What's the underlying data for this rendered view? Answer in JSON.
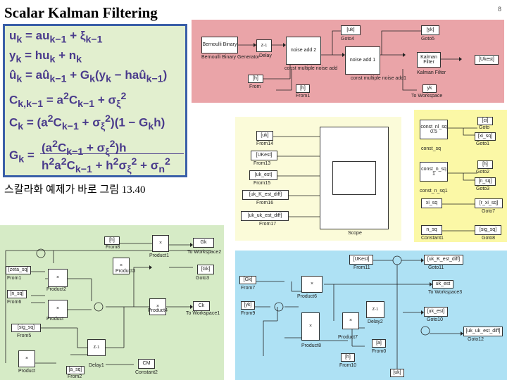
{
  "slide": {
    "title": "Scalar Kalman Filtering",
    "page_number": "8",
    "caption": "스칼라화 예제가 바로 그림 13.40",
    "equation_text": [
      "u_k = a u_{k-1} + ξ_{k-1}",
      "y_k = h u_k + n_k",
      "û_k = a û_{k-1} + G_k (y_k − h a û_{k-1})",
      "C_{k,k-1} = a^2 C_{k-1} + σ_ξ^2",
      "C_k = (a^2 C_{k-1} + σ_ξ^2)(1 − G_k h)",
      "G_k = (a^2 C_{k-1} + σ_ξ^2) h / (h^2 a^2 C_{k-1} + h^2 σ_ξ^2 + σ_n^2)"
    ]
  },
  "pink_model": {
    "bernoulli_block": "Bernoulli Binary",
    "bernoulli_caption": "Bernoulli Binary Generator",
    "delay_caption": "Delay",
    "sum2_block": "noise add 2",
    "sum2_caption": "const multiple noise add",
    "sum1_block": "noise add 1",
    "sum1_caption": "const multiple noise add1",
    "kalman_block": "Kalman Filter",
    "kalman_caption": "Kalman Filter",
    "goto_uk": "[uk]",
    "goto_uk_caption": "Goto4",
    "goto_yk": "[yk]",
    "goto_yk_caption": "Goto5",
    "goto_ukest": "[Ukest]",
    "from_h": "[h]",
    "from_h_caption": "From",
    "from_h1": "[h]",
    "from_h1_caption": "From1",
    "workspace_yk": "yk",
    "workspace_caption": "To Workspace"
  },
  "scope_model": {
    "from14": "[uk]",
    "from14_caption": "From14",
    "from13": "[UKest]",
    "from13_caption": "From13",
    "from15": "[uk_est]",
    "from15_caption": "From15",
    "from16": "[uk_K_est_diff]",
    "from16_caption": "From16",
    "from17": "[uk_uk_est_diff]",
    "from17_caption": "From17",
    "scope_caption": "Scope"
  },
  "const_model": {
    "const_nl": "const_nl_sq 0.5",
    "goto_ci": "[ci]",
    "goto_ci_caption": "Goto",
    "goto_xi": "[xi_sq]",
    "goto_xi_caption": "Goto1",
    "const_sq_caption": "const_sq",
    "const_n": "const_n_sq 1",
    "goto_h": "[h]",
    "goto_h_caption": "Goto2",
    "goto_n": "[n_sq]",
    "goto_n_caption": "Goto3",
    "const_n_caption": "const_n_sq1",
    "xi_sq": "xi_sq",
    "goto_r": "[r_xi_sq]",
    "goto_r_caption": "Goto7",
    "n_sq": "n_sq",
    "n_sq_caption": "Constant1",
    "goto_sig": "[sig_sq]",
    "goto_sig_caption": "Goto8"
  },
  "gain_model": {
    "from8": "[h]",
    "from8_caption": "From8",
    "product1_caption": "Product1",
    "to_ws2": "Gk",
    "to_ws2_caption": "To Workspace2",
    "from_zeta": "[zeta_sq]",
    "from1_caption": "From1",
    "product3_caption": "Product3",
    "goto_gk": "[Gk]",
    "goto3_caption": "Goto3",
    "product2_caption": "Product2",
    "from_nsq": "[n_sq]",
    "from6_caption": "From6",
    "product_caption": "Product",
    "to_ws1": "Ck",
    "to_ws1_caption": "To Workspace1",
    "product4_caption": "Product4",
    "from_sig": "[sig_sq]",
    "from5_caption": "From5",
    "delay": "z^-1",
    "delay1_caption": "Delay1",
    "const2": "CM",
    "const2_caption": "Constant2",
    "product0_caption": "Product",
    "from_a": "[a_sq]",
    "from2_caption": "From2"
  },
  "est_model": {
    "from11": "[UKest]",
    "from11_caption": "From11",
    "goto_diff": "[uk_K_est_diff]",
    "goto_diff_caption": "Goto11",
    "from_gk": "[Gk]",
    "from7_caption": "From7",
    "to_ws3": "uk_est",
    "to_ws3_caption": "To Workspace3",
    "from_yk": "[yk]",
    "from9_caption": "From9",
    "product6_caption": "Product6",
    "delay2": "z^-1",
    "delay2_caption": "Delay2",
    "goto_ukest": "[uk_est]",
    "goto10_caption": "Goto10",
    "goto_ukukdiff": "[uk_uk_est_diff]",
    "goto12_caption": "Goto12",
    "product8_caption": "Product8",
    "product7_caption": "Product7",
    "from_a": "[a]",
    "from_a_caption": "From0",
    "from_h": "[h]",
    "from10_caption": "From10",
    "from_uk": "[uk]"
  },
  "colors": {
    "equation_bg": "#e2efcf",
    "equation_border": "#3a5fa8",
    "pink_panel": "#eaa4a8",
    "yellow_panel": "#fbf8a6",
    "green_panel": "#d6ebc6",
    "blue_panel": "#aee1f4"
  }
}
